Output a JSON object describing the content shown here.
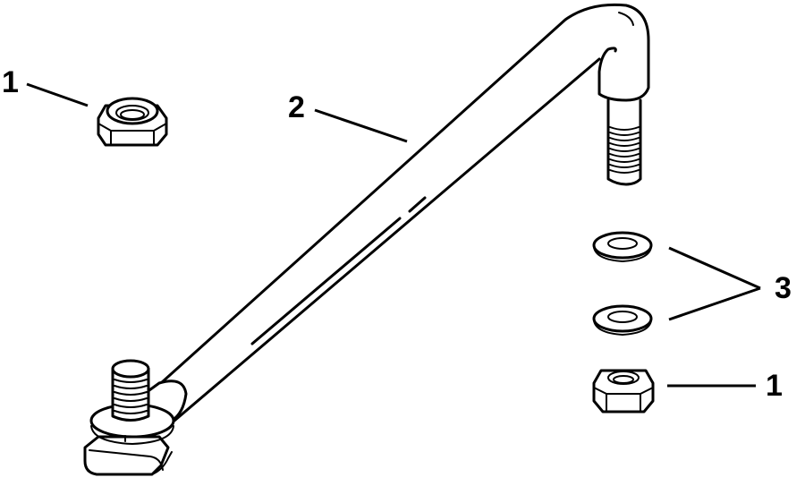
{
  "diagram": {
    "background": "#ffffff",
    "line_color": "#000000",
    "callouts": [
      {
        "id": "callout-1-top",
        "label": "1",
        "part": "lock-nut"
      },
      {
        "id": "callout-2",
        "label": "2",
        "part": "tie-bar-rod"
      },
      {
        "id": "callout-3",
        "label": "3",
        "part": "flat-washer"
      },
      {
        "id": "callout-1-bottom",
        "label": "1",
        "part": "lock-nut"
      }
    ],
    "parts": [
      {
        "ref": "1",
        "name": "lock-nut",
        "count_shown": 2
      },
      {
        "ref": "2",
        "name": "tie-bar-rod",
        "count_shown": 1
      },
      {
        "ref": "3",
        "name": "flat-washer",
        "count_shown": 2
      }
    ]
  }
}
